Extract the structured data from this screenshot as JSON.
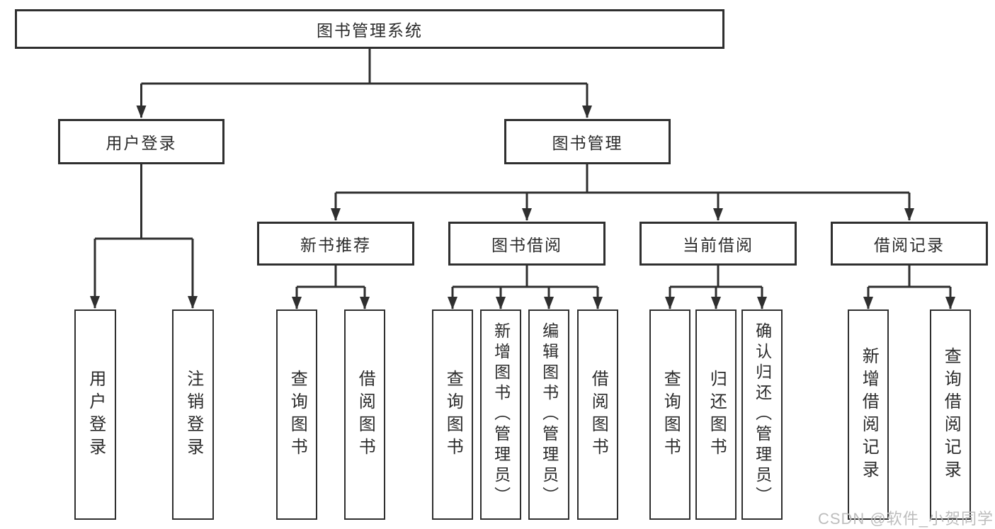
{
  "diagram": {
    "type": "hierarchy",
    "root": {
      "label": "图书管理系统"
    },
    "level2": [
      {
        "label": "用户登录",
        "parent": "图书管理系统"
      },
      {
        "label": "图书管理",
        "parent": "图书管理系统"
      }
    ],
    "level3": [
      {
        "label": "新书推荐",
        "parent": "图书管理"
      },
      {
        "label": "图书借阅",
        "parent": "图书管理"
      },
      {
        "label": "当前借阅",
        "parent": "图书管理"
      },
      {
        "label": "借阅记录",
        "parent": "图书管理"
      }
    ],
    "leaves": [
      {
        "label": "用户登录",
        "parent": "用户登录"
      },
      {
        "label": "注销登录",
        "parent": "用户登录"
      },
      {
        "label": "查询图书",
        "parent": "新书推荐"
      },
      {
        "label": "借阅图书",
        "parent": "新书推荐"
      },
      {
        "label": "查询图书",
        "parent": "图书借阅"
      },
      {
        "label": "新增图书（管理员）",
        "parent": "图书借阅"
      },
      {
        "label": "编辑图书（管理员）",
        "parent": "图书借阅"
      },
      {
        "label": "借阅图书",
        "parent": "图书借阅"
      },
      {
        "label": "查询图书",
        "parent": "当前借阅"
      },
      {
        "label": "归还图书",
        "parent": "当前借阅"
      },
      {
        "label": "确认归还（管理员）",
        "parent": "当前借阅"
      },
      {
        "label": "新增借阅记录",
        "parent": "借阅记录"
      },
      {
        "label": "查询借阅记录",
        "parent": "借阅记录"
      }
    ],
    "colors": {
      "line": "#2f2f2f",
      "text": "#2b2b2b",
      "box_background": "#ffffff",
      "watermark": "#bdbdbd"
    }
  },
  "watermark": {
    "text": "CSDN @软件_小贺同学"
  }
}
